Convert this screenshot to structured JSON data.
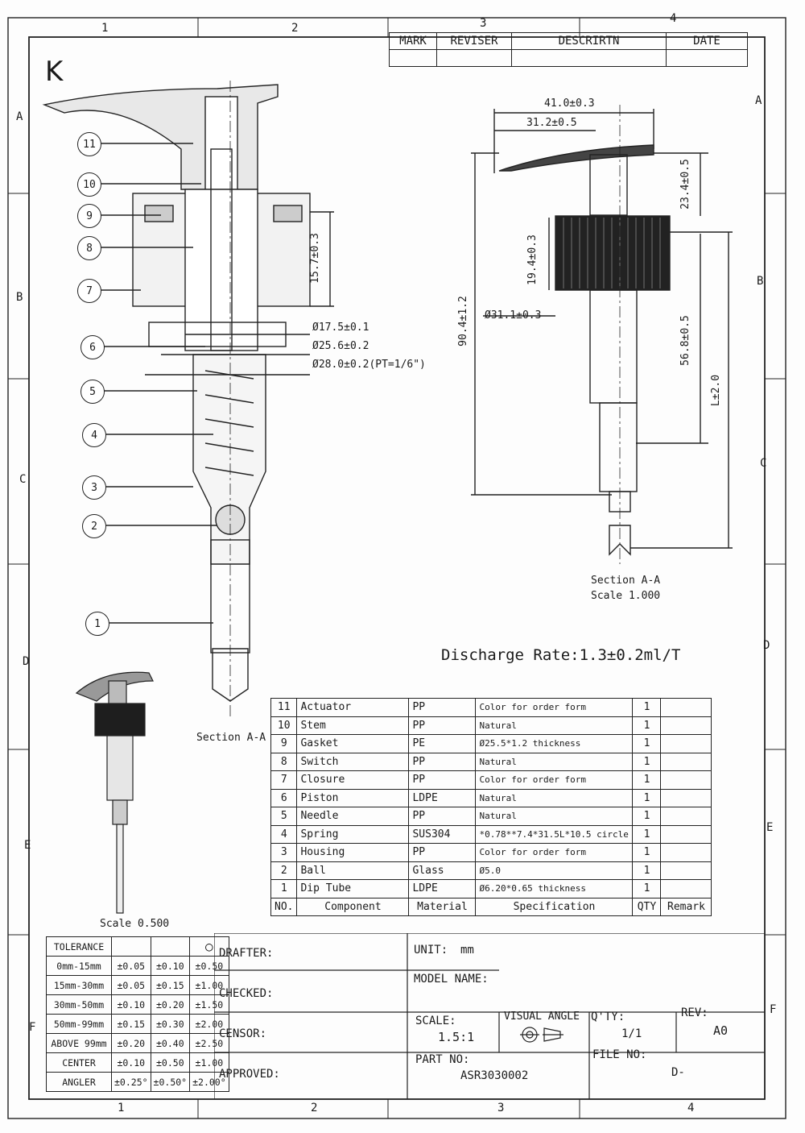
{
  "sheet": {
    "letter": "K",
    "col_marks": [
      "1",
      "2",
      "3",
      "4"
    ],
    "row_marks": [
      "A",
      "B",
      "C",
      "D",
      "E",
      "F"
    ]
  },
  "revision_table": {
    "headers": [
      "MARK",
      "REVISER",
      "DESCRIRTN",
      "DATE"
    ]
  },
  "callouts": [
    "11",
    "10",
    "9",
    "8",
    "7",
    "6",
    "5",
    "4",
    "3",
    "2",
    "1"
  ],
  "section_view": {
    "label": "Section A-A",
    "dims": [
      "15.7±0.3",
      "Ø17.5±0.1",
      "Ø25.6±0.2",
      "Ø28.0±0.2(PT=1/6\")"
    ]
  },
  "outer_view": {
    "label": "Section A-A",
    "scale": "Scale 1.000",
    "dims": [
      "41.0±0.3",
      "31.2±0.5",
      "23.4±0.5",
      "19.4±0.3",
      "Ø31.1±0.3",
      "90.4±1.2",
      "56.8±0.5",
      "L±2.0"
    ]
  },
  "discharge": "Discharge Rate:1.3±0.2ml/T",
  "photo_scale": "Scale 0.500",
  "bom": {
    "rows": [
      [
        "11",
        "Actuator",
        "PP",
        "Color for order form",
        "1"
      ],
      [
        "10",
        "Stem",
        "PP",
        "Natural",
        "1"
      ],
      [
        "9",
        "Gasket",
        "PE",
        "Ø25.5*1.2 thickness",
        "1"
      ],
      [
        "8",
        "Switch",
        "PP",
        "Natural",
        "1"
      ],
      [
        "7",
        "Closure",
        "PP",
        "Color for order form",
        "1"
      ],
      [
        "6",
        "Piston",
        "LDPE",
        "Natural",
        "1"
      ],
      [
        "5",
        "Needle",
        "PP",
        "Natural",
        "1"
      ],
      [
        "4",
        "Spring",
        "SUS304",
        "*0.78**7.4*31.5L*10.5 circle",
        "1"
      ],
      [
        "3",
        "Housing",
        "PP",
        "Color for order form",
        "1"
      ],
      [
        "2",
        "Ball",
        "Glass",
        "Ø5.0",
        "1"
      ],
      [
        "1",
        "Dip Tube",
        "LDPE",
        "Ø6.20*0.65 thickness",
        "1"
      ]
    ],
    "headers": [
      "NO.",
      "Component",
      "Material",
      "Specification",
      "QTY",
      "Remark"
    ]
  },
  "tolerance": {
    "title": "TOLERANCE",
    "circle": "○",
    "rows": [
      [
        "0mm-15mm",
        "±0.05",
        "±0.10",
        "±0.50"
      ],
      [
        "15mm-30mm",
        "±0.05",
        "±0.15",
        "±1.00"
      ],
      [
        "30mm-50mm",
        "±0.10",
        "±0.20",
        "±1.50"
      ],
      [
        "50mm-99mm",
        "±0.15",
        "±0.30",
        "±2.00"
      ],
      [
        "ABOVE 99mm",
        "±0.20",
        "±0.40",
        "±2.50"
      ],
      [
        "CENTER",
        "±0.10",
        "±0.50",
        "±1.00"
      ],
      [
        "ANGLER",
        "±0.25°",
        "±0.50°",
        "±2.00°"
      ]
    ]
  },
  "title_block": {
    "drafter": "DRAFTER:",
    "checked": "CHECKED:",
    "censor": "CENSOR:",
    "approved": "APPROVED:",
    "unit_label": "UNIT:",
    "unit_value": "mm",
    "model_name": "MODEL NAME:",
    "scale_label": "SCALE:",
    "scale_value": "1.5:1",
    "visual_angle": "VISUAL ANGLE",
    "qty_label": "Q'TY:",
    "qty_value": "1/1",
    "rev_label": "REV:",
    "rev_value": "A0",
    "part_label": "PART NO:",
    "part_value": "ASR3030002",
    "file_label": "FILE NO:",
    "file_value": "D-"
  }
}
